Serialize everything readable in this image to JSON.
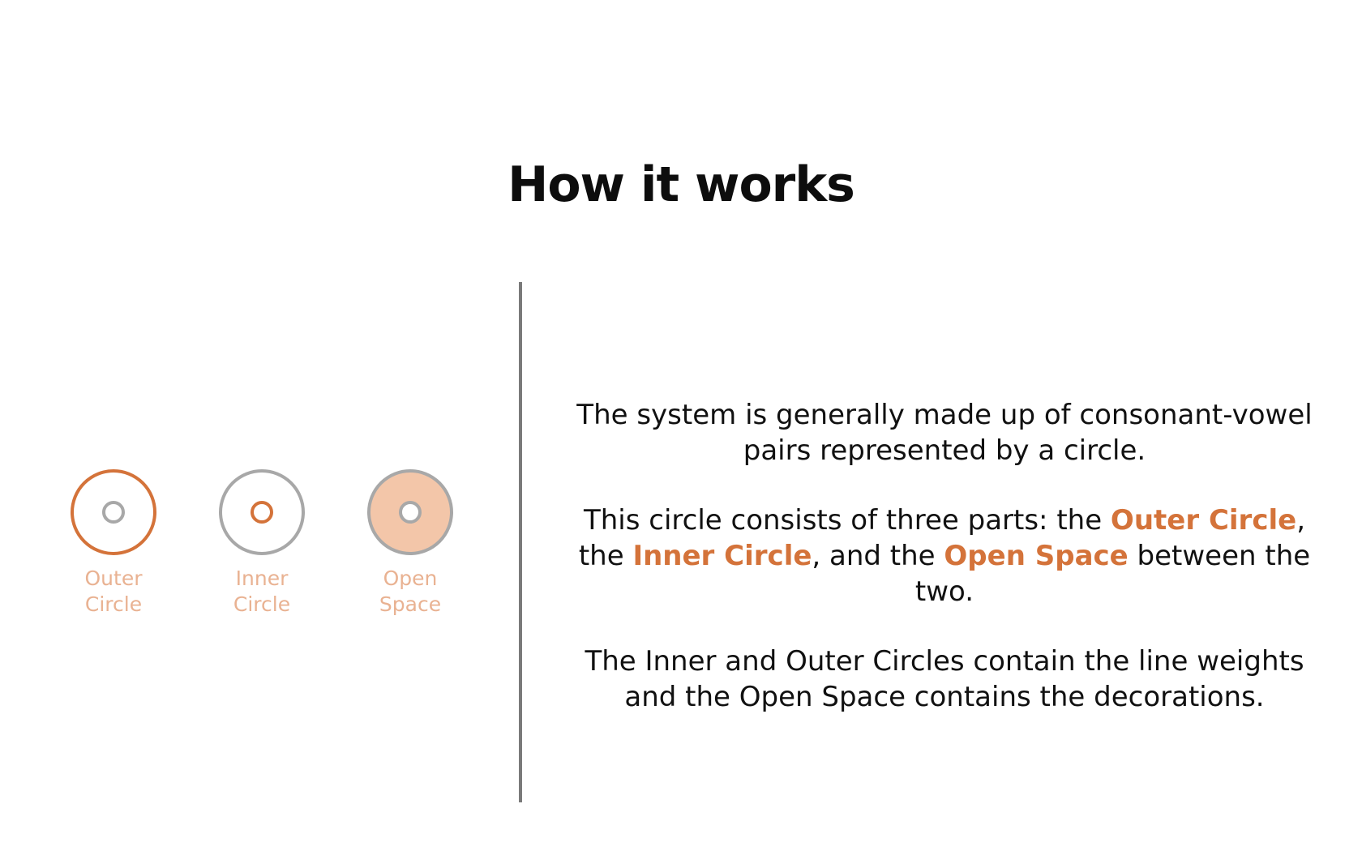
{
  "title": "How it works",
  "colors": {
    "accent": "#D4733A",
    "accent_light": "#E9B292",
    "fill_light": "#F3C6A9",
    "gray": "#A8A8A8",
    "divider": "#7A7A7A"
  },
  "legend": [
    {
      "label": "Outer\nCircle",
      "icon": "outer-circle-icon"
    },
    {
      "label": "Inner\nCircle",
      "icon": "inner-circle-icon"
    },
    {
      "label": "Open\nSpace",
      "icon": "open-space-icon"
    }
  ],
  "paragraphs": {
    "p1": "The system is generally made up of consonant-vowel pairs represented by a circle.",
    "p2": {
      "part1": "This circle consists of three parts: the ",
      "outer": "Outer Circle",
      "part2": ", the ",
      "inner": "Inner Circle",
      "part3": ", and the ",
      "open": "Open Space",
      "part4": " between the two."
    },
    "p3": "The Inner and Outer Circles contain the line weights and the Open Space contains the decorations."
  }
}
